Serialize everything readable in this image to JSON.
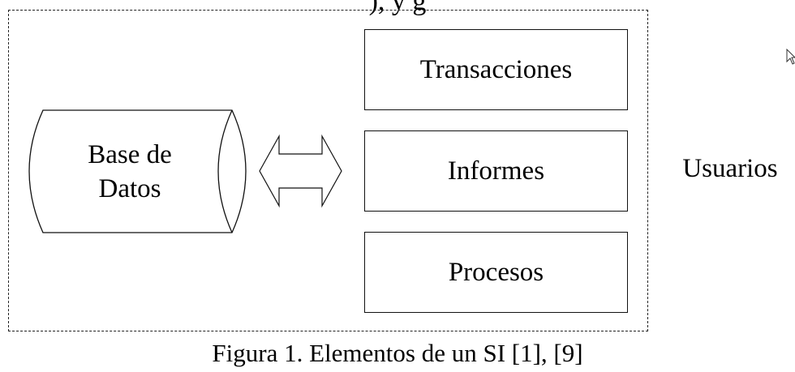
{
  "header": {
    "top_text": "), y                                         g"
  },
  "diagram": {
    "database_label_line1": "Base de",
    "database_label_line2": "Datos",
    "boxes": [
      {
        "label": "Transacciones"
      },
      {
        "label": "Informes"
      },
      {
        "label": "Procesos"
      }
    ],
    "users_label": "Usuarios",
    "caption": "Figura 1. Elementos de un SI [1], [9]"
  }
}
